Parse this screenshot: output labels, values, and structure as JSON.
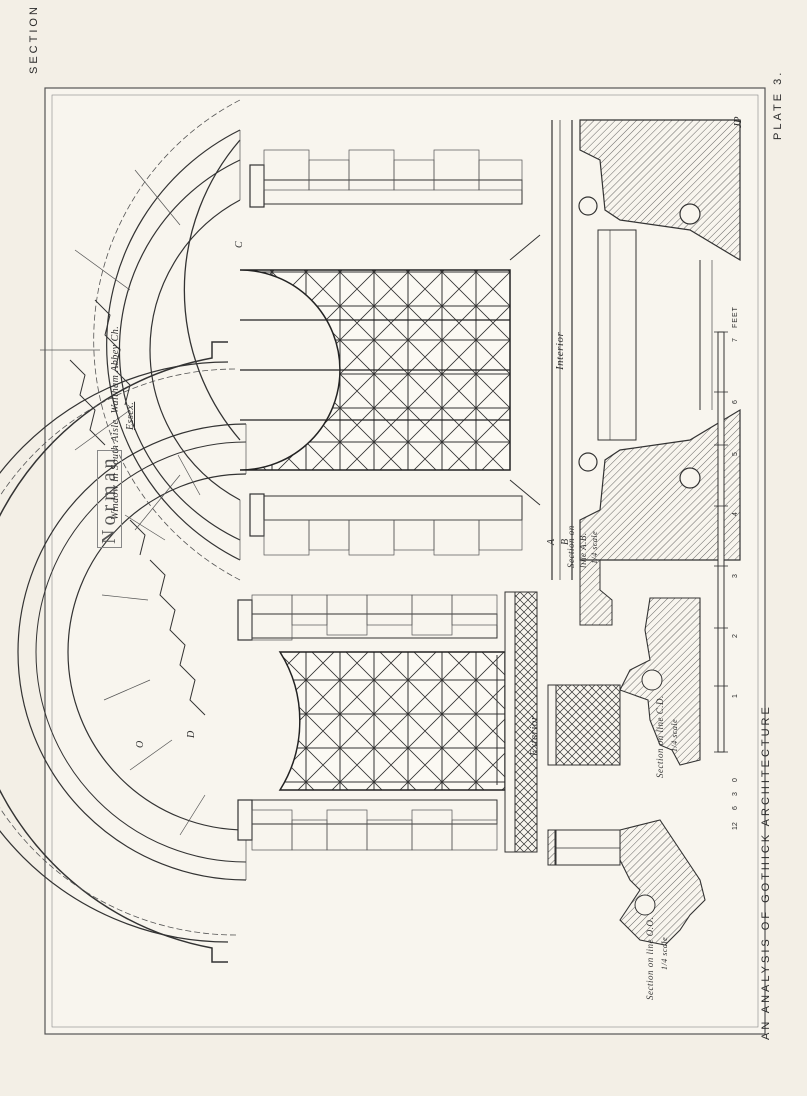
{
  "header": {
    "section": "SECTION I",
    "plate": "PLATE 3.",
    "title": "Norman",
    "book": "AN ANALYSIS OF GOTHICK ARCHITECTURE"
  },
  "captions": {
    "main": "Window in South Aisle, Waltham Abbey Ch.",
    "county": "Essex.",
    "exterior": "Exterior",
    "interior": "Interior",
    "section_ab_1": "Section on",
    "section_ab_2": "line A.B.",
    "section_ab_3": "1/4 scale",
    "section_cd_1": "Section on line C.D.",
    "section_cd_2": "1/4 scale",
    "section_oo_1": "Section on line O.O.",
    "section_oo_2": "1/4 scale"
  },
  "scale": {
    "ticks": [
      "12",
      "6",
      "3",
      "0",
      "1",
      "2",
      "3",
      "4",
      "5",
      "6",
      "7"
    ],
    "unit": "FEET"
  },
  "marks": {
    "A": "A",
    "B": "B",
    "C": "C",
    "D": "D",
    "O": "O",
    "monogram": "JP"
  }
}
